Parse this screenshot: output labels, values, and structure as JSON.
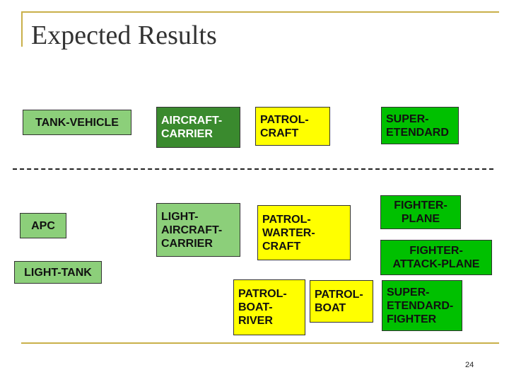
{
  "slide": {
    "title": "Expected Results",
    "page_number": "24",
    "colors": {
      "yellow": "#ffff00",
      "dark_green": "#3a8a2e",
      "light_green": "#8ccf7a",
      "bright_green": "#00c000",
      "frame": "#c9b04a"
    }
  },
  "boxes": {
    "tank_vehicle": "TANK-VEHICLE",
    "aircraft_carrier": "AIRCRAFT-\nCARRIER",
    "patrol_craft": "PATROL-\nCRAFT",
    "super_etendard": "SUPER-\nETENDARD",
    "apc": "APC",
    "light_aircraft_carrier": "LIGHT-\nAIRCRAFT-\nCARRIER",
    "patrol_warter_craft": "PATROL-\nWARTER-\nCRAFT",
    "fighter_plane": "FIGHTER-\nPLANE",
    "fighter_attack_plane": "FIGHTER-\nATTACK-PLANE",
    "light_tank": "LIGHT-TANK",
    "patrol_boat_river": "PATROL-\nBOAT-\nRIVER",
    "patrol_boat": "PATROL-\nBOAT",
    "super_etendard_fighter": "SUPER-\nETENDARD-\nFIGHTER"
  }
}
